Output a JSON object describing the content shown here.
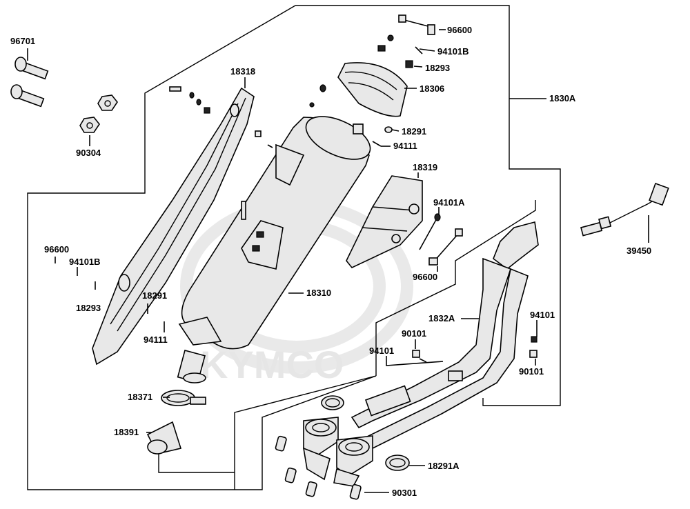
{
  "watermark": {
    "brand": "KYMCO"
  },
  "parts": [
    {
      "id": "96701",
      "label": "96701"
    },
    {
      "id": "90304",
      "label": "90304"
    },
    {
      "id": "18318",
      "label": "18318"
    },
    {
      "id": "96600-top",
      "label": "96600"
    },
    {
      "id": "94101B-top",
      "label": "94101B"
    },
    {
      "id": "18293-top",
      "label": "18293"
    },
    {
      "id": "18306",
      "label": "18306"
    },
    {
      "id": "1830A",
      "label": "1830A"
    },
    {
      "id": "18291-top",
      "label": "18291"
    },
    {
      "id": "94111-top",
      "label": "94111"
    },
    {
      "id": "18319",
      "label": "18319"
    },
    {
      "id": "94101A",
      "label": "94101A"
    },
    {
      "id": "39450",
      "label": "39450"
    },
    {
      "id": "96600-mid",
      "label": "96600"
    },
    {
      "id": "96600-left",
      "label": "96600"
    },
    {
      "id": "94101B-left",
      "label": "94101B"
    },
    {
      "id": "18293-left",
      "label": "18293"
    },
    {
      "id": "18310",
      "label": "18310"
    },
    {
      "id": "18291-left",
      "label": "18291"
    },
    {
      "id": "94111-left",
      "label": "94111"
    },
    {
      "id": "1832A",
      "label": "1832A"
    },
    {
      "id": "94101-right",
      "label": "94101"
    },
    {
      "id": "90101-mid",
      "label": "90101"
    },
    {
      "id": "94101-mid",
      "label": "94101"
    },
    {
      "id": "90101-right",
      "label": "90101"
    },
    {
      "id": "18371",
      "label": "18371"
    },
    {
      "id": "18391",
      "label": "18391"
    },
    {
      "id": "18291A",
      "label": "18291A"
    },
    {
      "id": "90301",
      "label": "90301"
    }
  ]
}
